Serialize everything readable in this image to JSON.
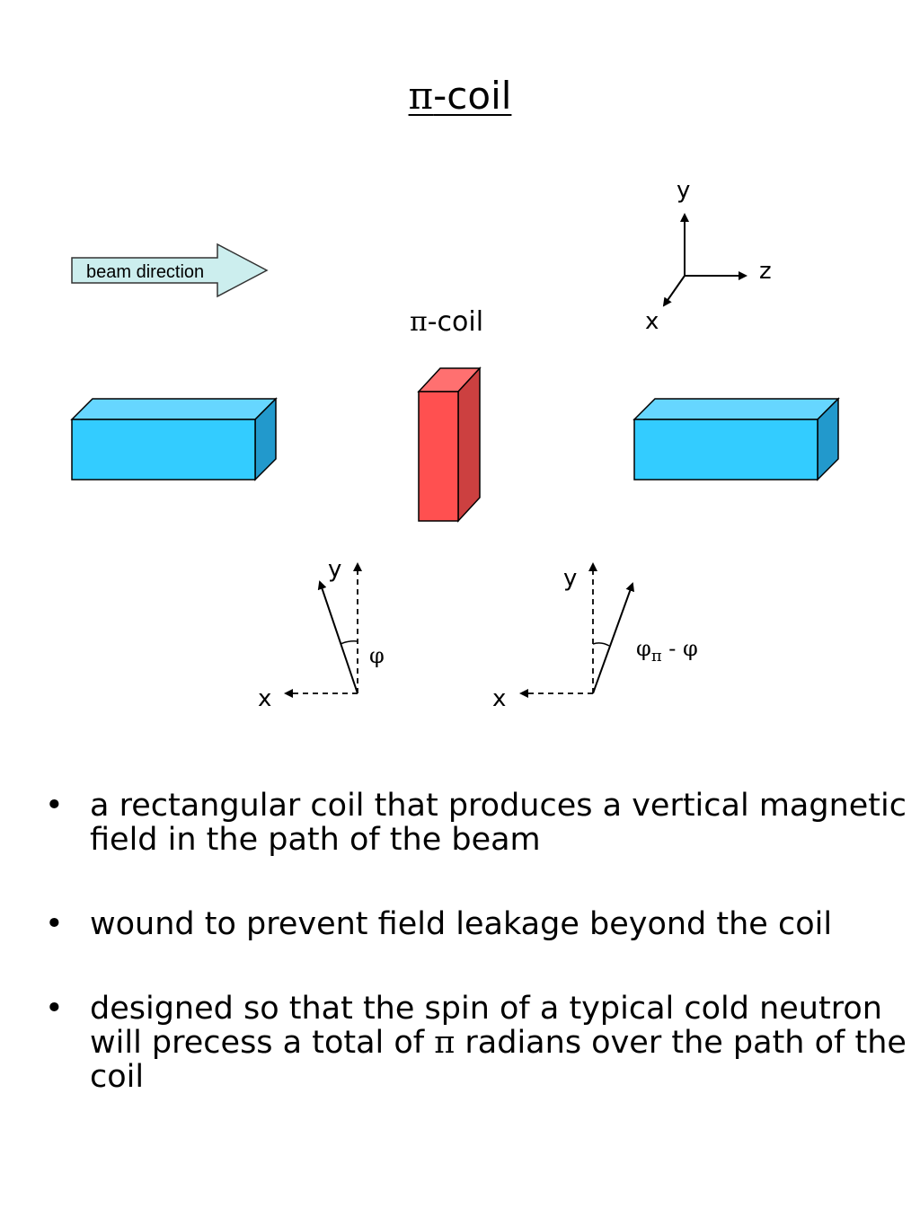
{
  "title": {
    "pi": "π",
    "text": "-coil"
  },
  "diagram": {
    "beam_label": "beam direction",
    "coil_label_pi": "π",
    "coil_label_text": "-coil",
    "axes": {
      "y": "y",
      "z": "z",
      "x": "x"
    },
    "left_inset": {
      "y": "y",
      "x": "x",
      "angle": "φ"
    },
    "right_inset": {
      "y": "y",
      "x": "x",
      "angle_main": "φ",
      "angle_sub": "π",
      "angle_rest": " - φ"
    },
    "colors": {
      "guide_face": "#33ccff",
      "guide_top": "#66d6ff",
      "guide_side": "#2299cc",
      "coil_face": "#ff5050",
      "coil_top": "#ff7070",
      "coil_side": "#cc4040",
      "beam_arrow": "#cceeee"
    }
  },
  "bullets": [
    {
      "marker": "•",
      "text": "a rectangular coil that produces a vertical magnetic field in the path of the beam"
    },
    {
      "marker": "•",
      "text": "wound to prevent field leakage beyond the coil"
    },
    {
      "marker": "•",
      "before_pi": "designed so that the spin of a typical cold neutron will precess a total of ",
      "pi": "π",
      "after_pi": " radians over the path of the coil"
    }
  ]
}
